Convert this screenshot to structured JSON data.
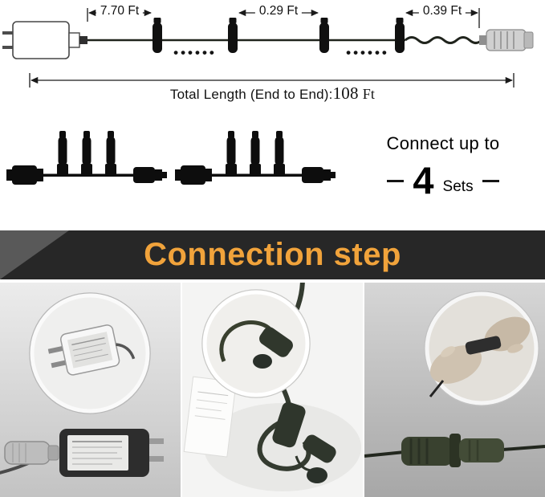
{
  "top_diagram": {
    "segment_labels": [
      "7.70 Ft",
      "0.29 Ft",
      "0.39 Ft"
    ],
    "dots_left": "••••••",
    "dots_right": "••••••",
    "total_label": "Total Length (End to End):",
    "total_value": "108",
    "total_unit": "Ft"
  },
  "connect_section": {
    "heading": "Connect up to",
    "count": "4",
    "count_unit": "Sets"
  },
  "banner": {
    "title": "Connection step",
    "text_color": "#f1a33b",
    "background_color": "#272727"
  }
}
